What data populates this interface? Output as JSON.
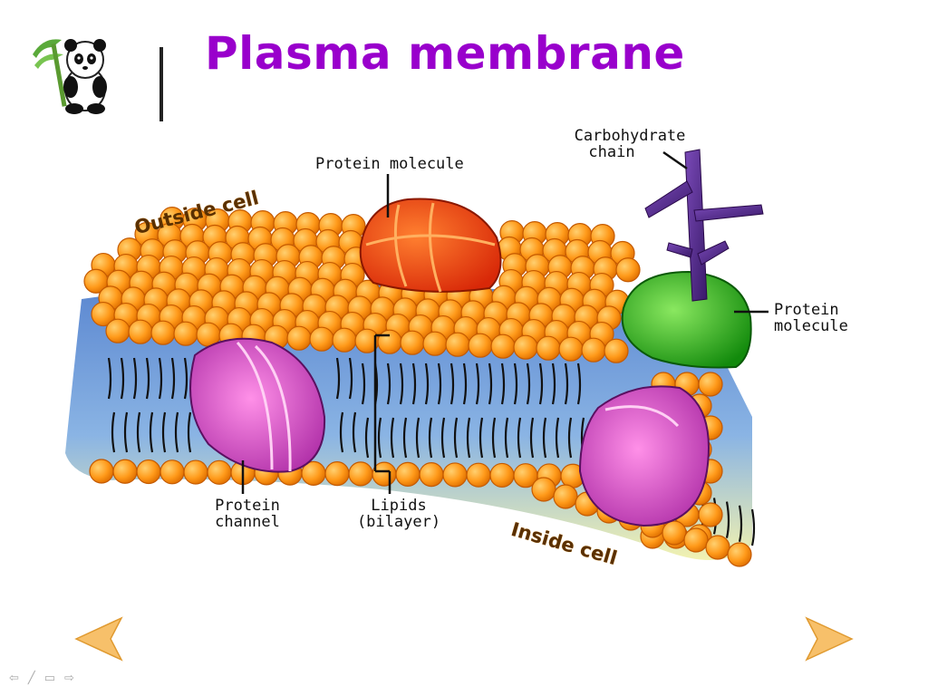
{
  "slide": {
    "title": "Plasma membrane"
  },
  "diagram": {
    "labels": {
      "carbohydrate_chain_line1": "Carbohydrate",
      "carbohydrate_chain_line2": "chain",
      "protein_molecule_top": "Protein molecule",
      "protein_molecule_right_line1": "Protein",
      "protein_molecule_right_line2": "molecule",
      "outside_cell": "Outside cell",
      "inside_cell": "Inside cell",
      "protein_channel_line1": "Protein",
      "protein_channel_line2": "channel",
      "lipids_line1": "Lipids",
      "lipids_line2": "(bilayer)"
    },
    "colors": {
      "phospholipid_head": "#ff9a1a",
      "head_outline": "#c45a00",
      "protein_red": "#e83a10",
      "protein_green": "#22b014",
      "protein_pink": "#d050c8",
      "carbohydrate": "#5a2a8a",
      "membrane_blue": "#6a9ad8",
      "membrane_yellow": "#f0f0b0"
    }
  },
  "navigation": {
    "prev_icon": "arrow-left-icon",
    "next_icon": "arrow-right-icon",
    "mini": [
      "back-icon",
      "pen-icon",
      "menu-icon",
      "forward-icon"
    ],
    "mini_glyphs": [
      "⇦",
      "╱",
      "▭",
      "⇨"
    ]
  }
}
